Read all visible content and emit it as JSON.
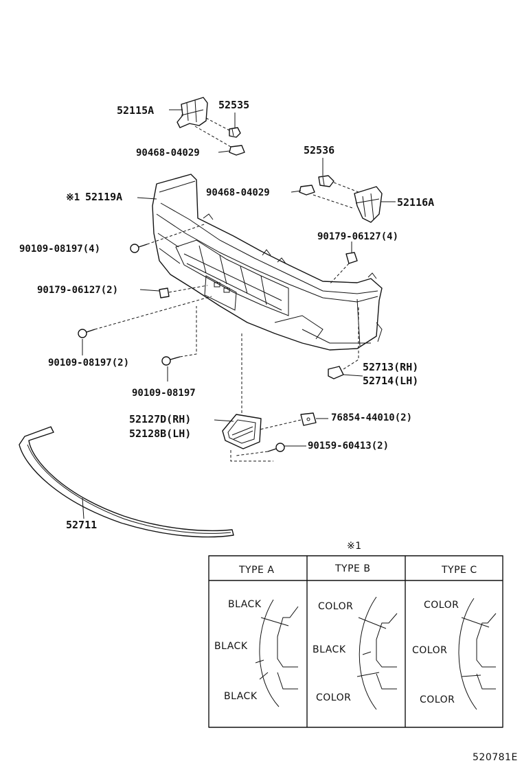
{
  "diagram_id": "520781E",
  "parts": {
    "p52115A": "52115A",
    "p52535": "52535",
    "p90468a": "90468-04029",
    "p52536": "52536",
    "p90468b": "90468-04029",
    "p52116A": "52116A",
    "p52119A": "52119A",
    "p52119A_mark": "※1",
    "p90109_4": "90109-08197(4)",
    "p90179_4": "90179-06127(4)",
    "p90179_2": "90179-06127(2)",
    "p90109_2": "90109-08197(2)",
    "p90109": "90109-08197",
    "p52713": "52713(RH)",
    "p52714": "52714(LH)",
    "p52127D": "52127D(RH)",
    "p52128B": "52128B(LH)",
    "p76854": "76854-44010(2)",
    "p90159": "90159-60413(2)",
    "p52711": "52711"
  },
  "type_table": {
    "note_mark": "※1",
    "types": [
      {
        "header": "TYPE  A",
        "top": "BLACK",
        "middle": "BLACK",
        "bottom": "BLACK"
      },
      {
        "header": "TYPE  B",
        "top": "COLOR",
        "middle": "BLACK",
        "bottom": "COLOR"
      },
      {
        "header": "TYPE  C",
        "top": "COLOR",
        "middle": "COLOR",
        "bottom": "COLOR"
      }
    ]
  }
}
